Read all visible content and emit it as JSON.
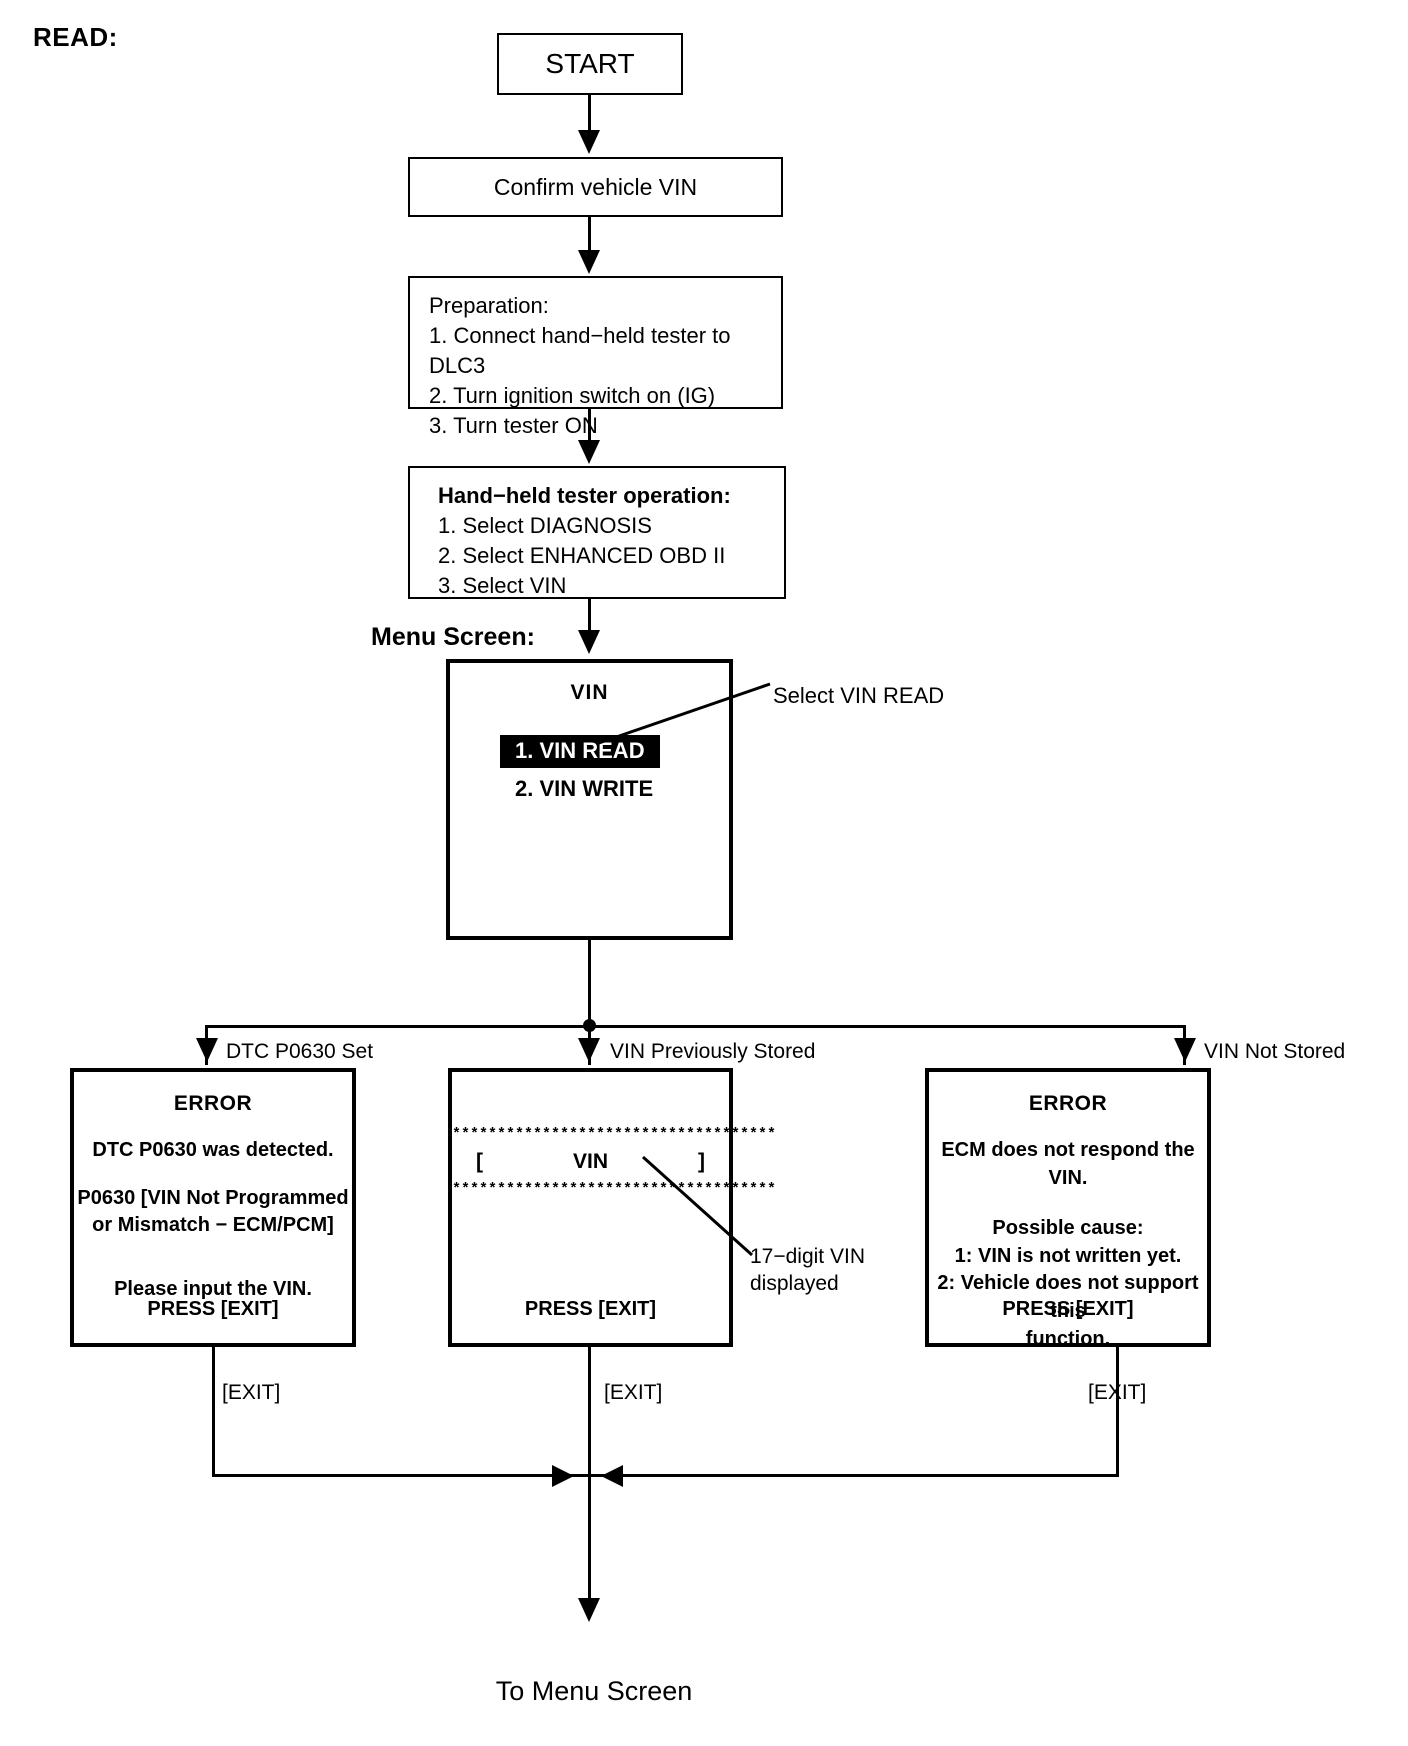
{
  "title": "READ:",
  "nodes": {
    "start": "START",
    "confirm": "Confirm vehicle VIN",
    "preparation": {
      "header": "Preparation:",
      "steps": [
        "1. Connect hand−held tester to DLC3",
        "2. Turn ignition switch on (IG)",
        "3. Turn tester ON"
      ]
    },
    "operation": {
      "header": "Hand−held tester operation:",
      "steps": [
        "1. Select DIAGNOSIS",
        "2. Select ENHANCED OBD II",
        "3. Select VIN"
      ]
    },
    "menu_screen_label": "Menu Screen:",
    "menu": {
      "title": "VIN",
      "item_selected": "1. VIN READ",
      "item_second": "2. VIN WRITE",
      "annotation": "Select VIN READ"
    }
  },
  "branches": [
    {
      "label": "DTC P0630 Set"
    },
    {
      "label": "VIN Previously Stored"
    },
    {
      "label": "VIN Not Stored"
    }
  ],
  "results": {
    "left": {
      "header": "ERROR",
      "lines": [
        "DTC P0630 was detected.",
        "P0630  [VIN Not Programmed",
        "or Mismatch − ECM/PCM]",
        "Please input the VIN."
      ],
      "press": "PRESS [EXIT]"
    },
    "middle": {
      "stars": "************************************",
      "vin_open": "[",
      "vin_label": "VIN",
      "vin_close": "]",
      "annotation_line1": "17−digit VIN",
      "annotation_line2": "displayed",
      "press": "PRESS [EXIT]"
    },
    "right": {
      "header": "ERROR",
      "lines": [
        "ECM does not respond the VIN.",
        "Possible cause:",
        "1: VIN is not written yet.",
        "2: Vehicle does not support this",
        "function."
      ],
      "press": "PRESS [EXIT]"
    }
  },
  "exit_labels": [
    "[EXIT]",
    "[EXIT]",
    "[EXIT]"
  ],
  "footer": "To Menu Screen",
  "colors": {
    "ink": "#000000",
    "paper": "#ffffff"
  }
}
